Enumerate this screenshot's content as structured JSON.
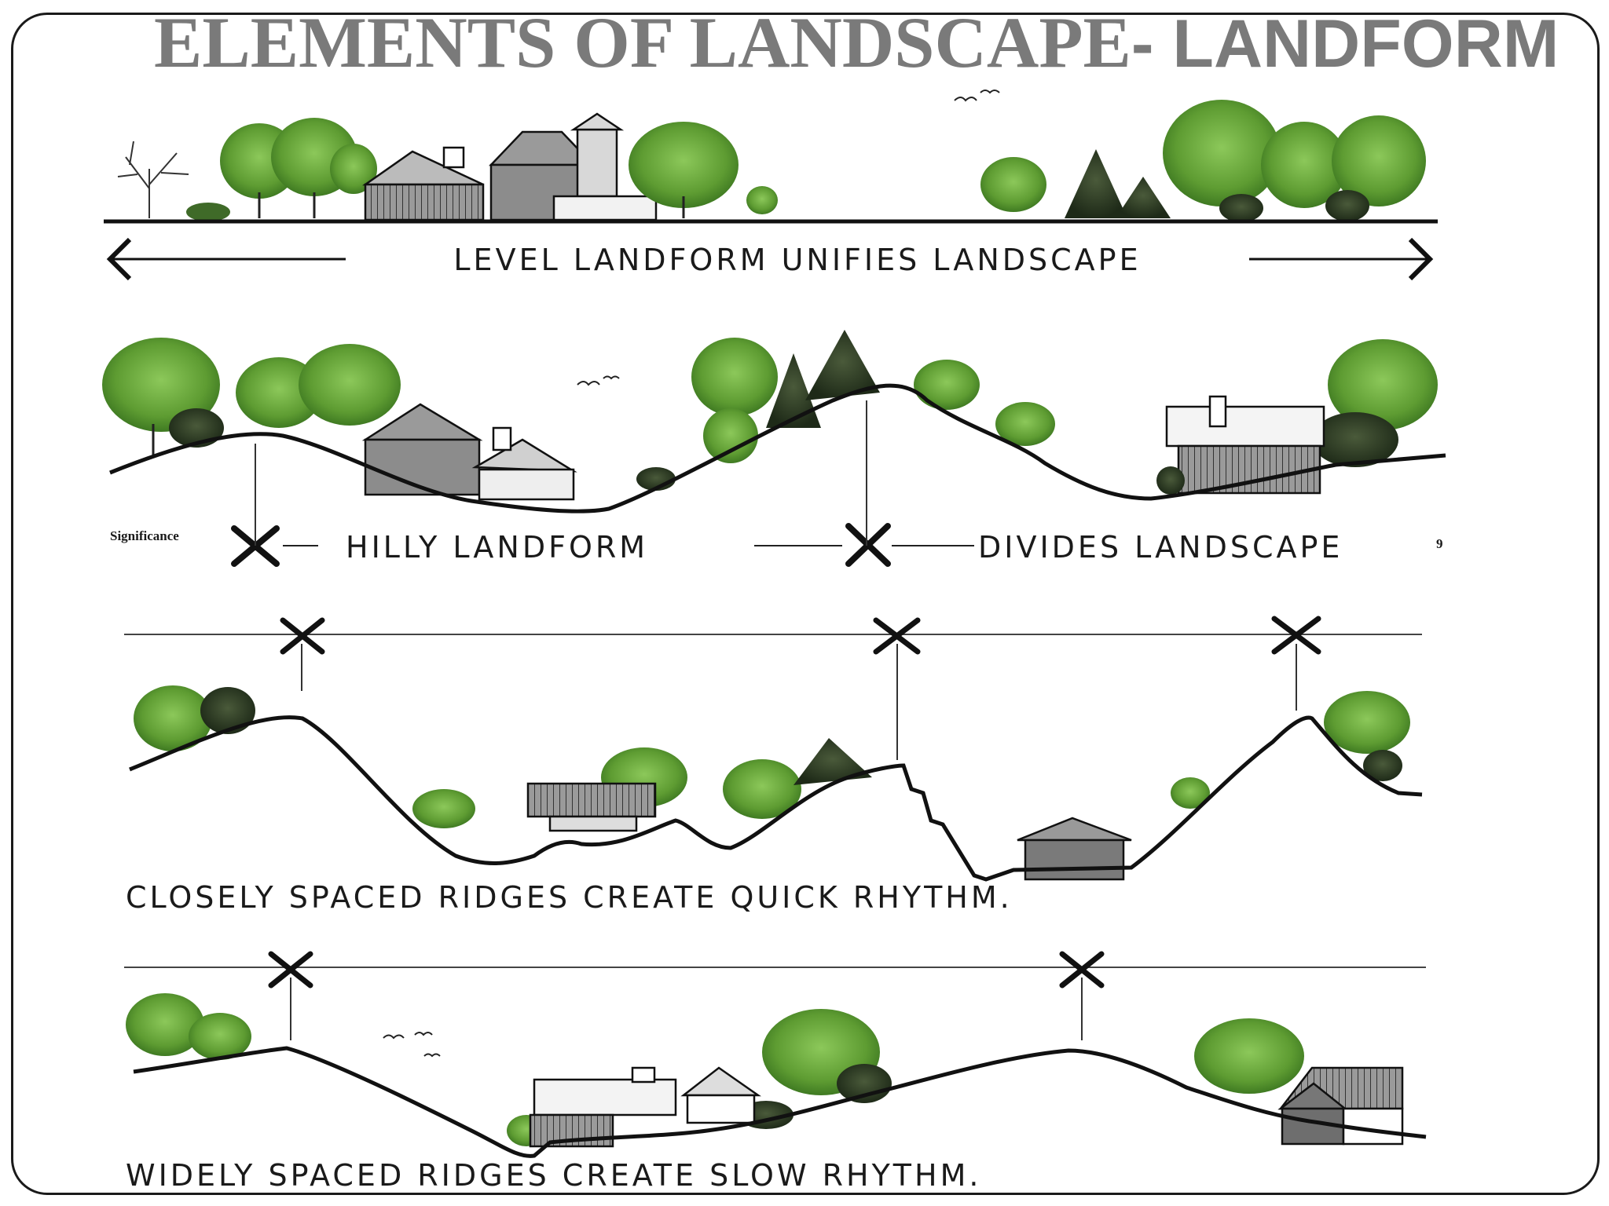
{
  "title": {
    "part1": "ELEMENTS OF LANDSCAPE",
    "part2": "- LANDFORM"
  },
  "panels": [
    {
      "caption": "LEVEL LANDFORM UNIFIES LANDSCAPE"
    },
    {
      "caption_left": "HILLY LANDFORM",
      "caption_right": "DIVIDES LANDSCAPE",
      "note": "Significance",
      "page_mark": "9"
    },
    {
      "caption": "CLOSELY SPACED RIDGES CREATE QUICK RHYTHM."
    },
    {
      "caption": "WIDELY SPACED RIDGES CREATE SLOW RHYTHM."
    }
  ],
  "colors": {
    "title": "#7a7a7a",
    "ink": "#1a1a1a",
    "foliage": "#6fae3c",
    "foliage_dark": "#3f7a22",
    "building": "#8c8c8c"
  }
}
